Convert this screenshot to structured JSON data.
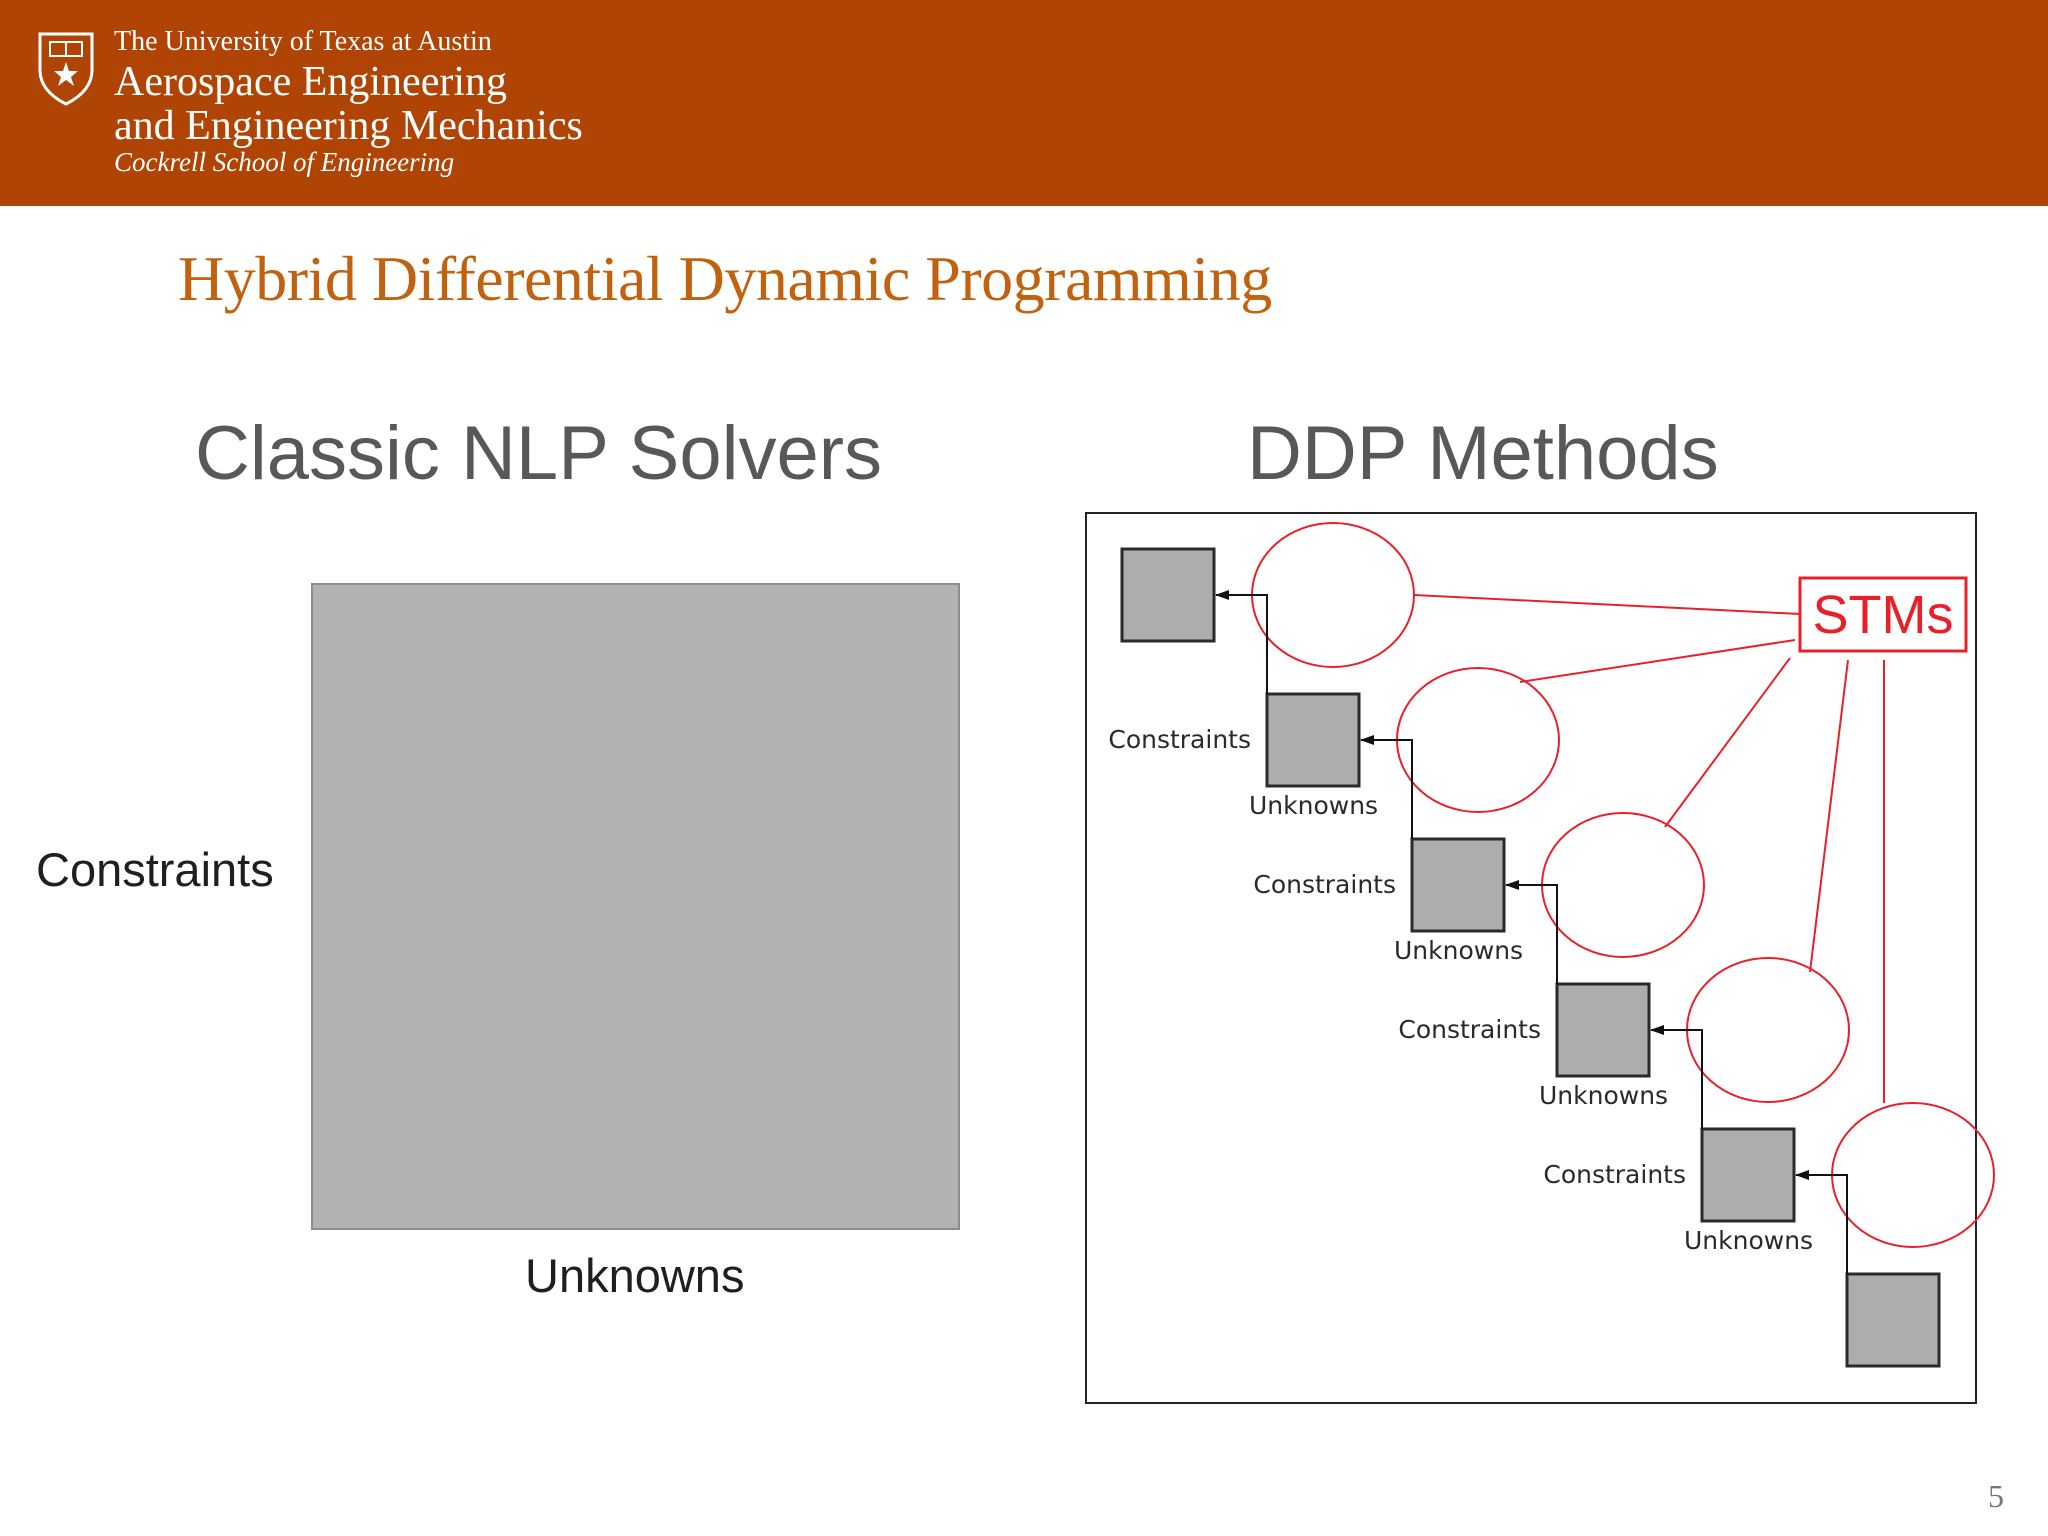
{
  "header": {
    "university": "The University of Texas at Austin",
    "department_line1": "Aerospace Engineering",
    "department_line2": "and Engineering Mechanics",
    "school": "Cockrell School of Engineering",
    "brand_color": "#af4404"
  },
  "slide": {
    "title": "Hybrid Differential Dynamic Programming",
    "page_number": "5"
  },
  "left_panel": {
    "heading": "Classic NLP Solvers",
    "row_label": "Constraints",
    "column_label": "Unknowns"
  },
  "right_panel": {
    "heading": "DDP Methods",
    "stms_label": "STMs",
    "constraints_labels": [
      "Constraints",
      "Constraints",
      "Constraints",
      "Constraints"
    ],
    "unknowns_labels": [
      "Unknowns",
      "Unknowns",
      "Unknowns",
      "Unknowns"
    ],
    "stm_ellipse_count": 5,
    "block_count": 6,
    "accent_color": "#e8202a"
  }
}
